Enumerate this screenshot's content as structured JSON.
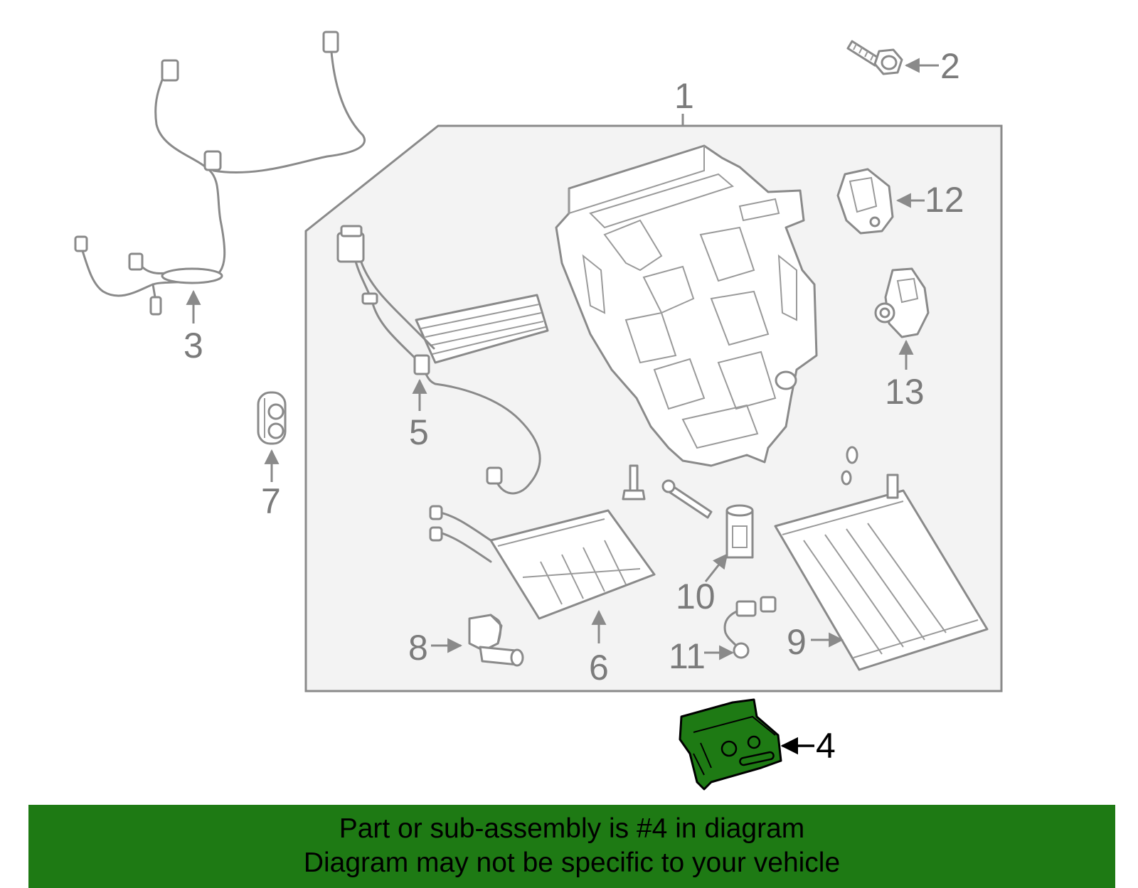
{
  "callouts": {
    "c1": "1",
    "c2": "2",
    "c3": "3",
    "c4": "4",
    "c5": "5",
    "c6": "6",
    "c7": "7",
    "c8": "8",
    "c9": "9",
    "c10": "10",
    "c11": "11",
    "c12": "12",
    "c13": "13"
  },
  "highlight": {
    "part": "4",
    "color": "#1e7a14"
  },
  "colors": {
    "linework": "#8a8a8a",
    "panel_fill": "#f3f3f3",
    "banner_bg": "#1e7a14"
  },
  "banner": {
    "line1": "Part or sub-assembly is #4 in diagram",
    "line2": "Diagram may not be specific to your vehicle"
  }
}
